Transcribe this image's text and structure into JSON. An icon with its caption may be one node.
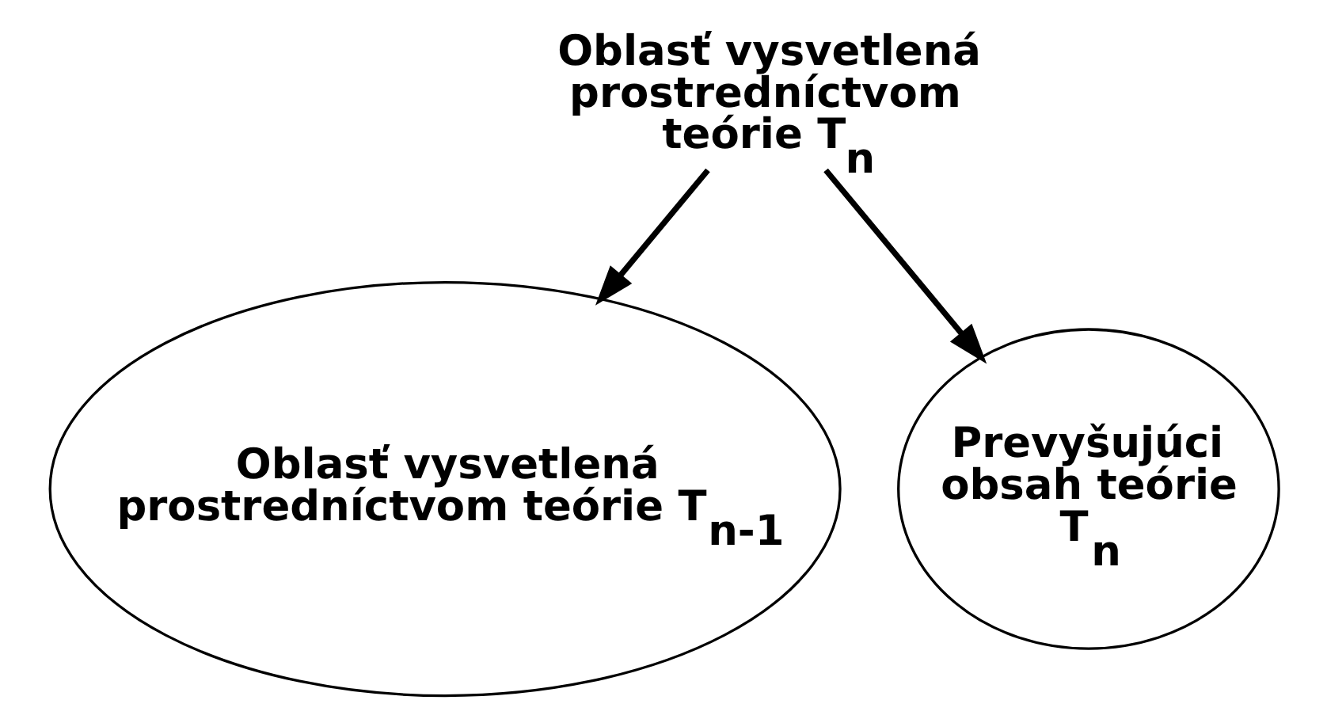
{
  "diagram": {
    "nodes": [
      {
        "text": [
          "Oblasť vysvetlená prostredníctvom teórie T$_{n}$"
        ]
      },
      {
        "text": [
          "Oblasť vysvetlená prostredníctvom teórie T$_{n-1}$"
        ]
      },
      {
        "text": [
          "Prevyšujúci obsah teórie T$_{n}$"
        ]
      }
    ],
    "edges": [
      {
        "from": 0,
        "to": 1,
        "arrow": "to"
      },
      {
        "from": 0,
        "to": 2,
        "arrow": "to"
      }
    ]
  }
}
